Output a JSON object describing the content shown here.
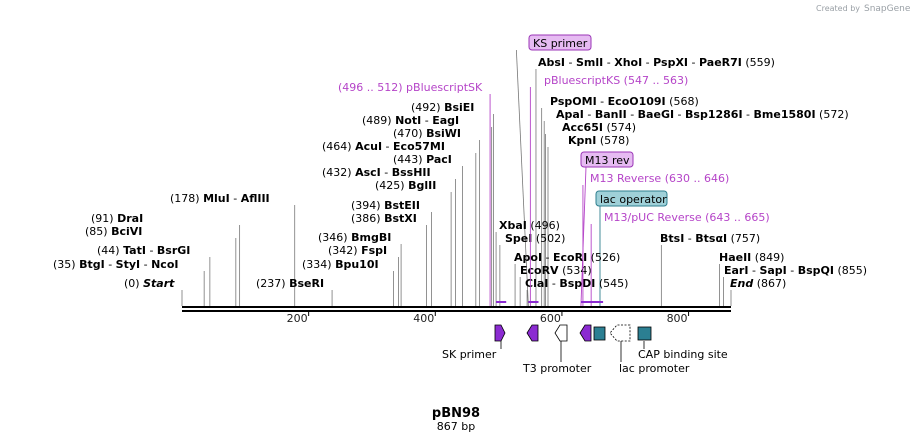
{
  "credit": {
    "prefix": "Created by",
    "brand": "SnapGene"
  },
  "plasmid": {
    "name": "pBN98",
    "length_label": "867 bp",
    "length": 867
  },
  "axis_ticks": [
    {
      "pos": 200,
      "label": "200"
    },
    {
      "pos": 400,
      "label": "400"
    },
    {
      "pos": 600,
      "label": "600"
    },
    {
      "pos": 800,
      "label": "800"
    }
  ],
  "site_rows": [
    {
      "pos": 0,
      "num": "(0)",
      "names": [
        "Start"
      ],
      "italic": true
    },
    {
      "pos": 35,
      "num": "(35)",
      "names": [
        "BtgI",
        "StyI",
        "NcoI"
      ]
    },
    {
      "pos": 44,
      "num": "(44)",
      "names": [
        "TatI",
        "BsrGI"
      ]
    },
    {
      "pos": 85,
      "num": "(85)",
      "names": [
        "BciVI"
      ]
    },
    {
      "pos": 91,
      "num": "(91)",
      "names": [
        "DraI"
      ]
    },
    {
      "pos": 178,
      "num": "(178)",
      "names": [
        "MluI",
        "AflIII"
      ]
    },
    {
      "pos": 237,
      "num": "(237)",
      "names": [
        "BseRI"
      ]
    },
    {
      "pos": 334,
      "num": "(334)",
      "names": [
        "Bpu10I"
      ]
    },
    {
      "pos": 342,
      "num": "(342)",
      "names": [
        "FspI"
      ]
    },
    {
      "pos": 346,
      "num": "(346)",
      "names": [
        "BmgBI"
      ]
    },
    {
      "pos": 386,
      "num": "(386)",
      "names": [
        "BstXI"
      ]
    },
    {
      "pos": 394,
      "num": "(394)",
      "names": [
        "BstEII"
      ]
    },
    {
      "pos": 425,
      "num": "(425)",
      "names": [
        "BglII"
      ]
    },
    {
      "pos": 432,
      "num": "(432)",
      "names": [
        "AscI",
        "BssHII"
      ]
    },
    {
      "pos": 443,
      "num": "(443)",
      "names": [
        "PacI"
      ]
    },
    {
      "pos": 464,
      "num": "(464)",
      "names": [
        "AcuI",
        "Eco57MI"
      ]
    },
    {
      "pos": 470,
      "num": "(470)",
      "names": [
        "BsiWI"
      ]
    },
    {
      "pos": 489,
      "num": "(489)",
      "names": [
        "NotI",
        "EagI"
      ]
    },
    {
      "pos": 492,
      "num": "(492)",
      "names": [
        "BsiEI"
      ]
    },
    {
      "pos": 496,
      "num": "(496)",
      "names": [
        "XbaI"
      ],
      "side": "right"
    },
    {
      "pos": 502,
      "num": "(502)",
      "names": [
        "SpeI"
      ],
      "side": "right"
    },
    {
      "pos": 526,
      "num": "(526)",
      "names": [
        "ApoI",
        "EcoRI"
      ],
      "side": "right"
    },
    {
      "pos": 534,
      "num": "(534)",
      "names": [
        "EcoRV"
      ],
      "side": "right"
    },
    {
      "pos": 545,
      "num": "(545)",
      "names": [
        "ClaI",
        "BspDI"
      ],
      "side": "right"
    },
    {
      "pos": 559,
      "num": "(559)",
      "names": [
        "AbsI",
        "SmlI",
        "XhoI",
        "PspXI",
        "PaeR7I"
      ],
      "side": "right"
    },
    {
      "pos": 568,
      "num": "(568)",
      "names": [
        "PspOMI",
        "EcoO109I"
      ],
      "side": "right"
    },
    {
      "pos": 572,
      "num": "(572)",
      "names": [
        "ApaI",
        "BanII",
        "BaeGI",
        "Bsp1286I",
        "Bme1580I"
      ],
      "side": "right"
    },
    {
      "pos": 574,
      "num": "(574)",
      "names": [
        "Acc65I"
      ],
      "side": "right"
    },
    {
      "pos": 578,
      "num": "(578)",
      "names": [
        "KpnI"
      ],
      "side": "right"
    },
    {
      "pos": 757,
      "num": "(757)",
      "names": [
        "BtsI",
        "BtsαI"
      ],
      "side": "right"
    },
    {
      "pos": 849,
      "num": "(849)",
      "names": [
        "HaeII"
      ],
      "side": "right"
    },
    {
      "pos": 855,
      "num": "(855)",
      "names": [
        "EarI",
        "SapI",
        "BspQI"
      ],
      "side": "right"
    },
    {
      "pos": 867,
      "num": "(867)",
      "names": [
        "End"
      ],
      "side": "right",
      "italic": true
    }
  ],
  "primer_labels": [
    {
      "text": "(496 .. 512)  pBluescriptSK",
      "range": [
        496,
        512
      ]
    },
    {
      "text": "pBluescriptKS   (547 .. 563)",
      "range": [
        547,
        563
      ]
    },
    {
      "text": "M13 Reverse    (630 .. 646)",
      "range": [
        630,
        646
      ]
    },
    {
      "text": "M13/pUC Reverse    (643 .. 665)",
      "range": [
        643,
        665
      ]
    }
  ],
  "boxed_labels": [
    {
      "text": "KS primer",
      "color": "#e6bbf2",
      "border": "#9b36b7"
    },
    {
      "text": "M13 rev",
      "color": "#e6bbf2",
      "border": "#9b36b7"
    },
    {
      "text": "lac operator",
      "color": "#9fd0d8",
      "border": "#2f7f8f"
    }
  ],
  "feature_labels": [
    {
      "text": "SK primer"
    },
    {
      "text": "T3 promoter"
    },
    {
      "text": "lac promoter"
    },
    {
      "text": "CAP binding site"
    }
  ],
  "colors": {
    "primer": "#8b2bd1",
    "promoter": "#ffffff",
    "protein_bind": "#2b7f92",
    "label_purple": "#b544c8",
    "line": "#000000"
  }
}
